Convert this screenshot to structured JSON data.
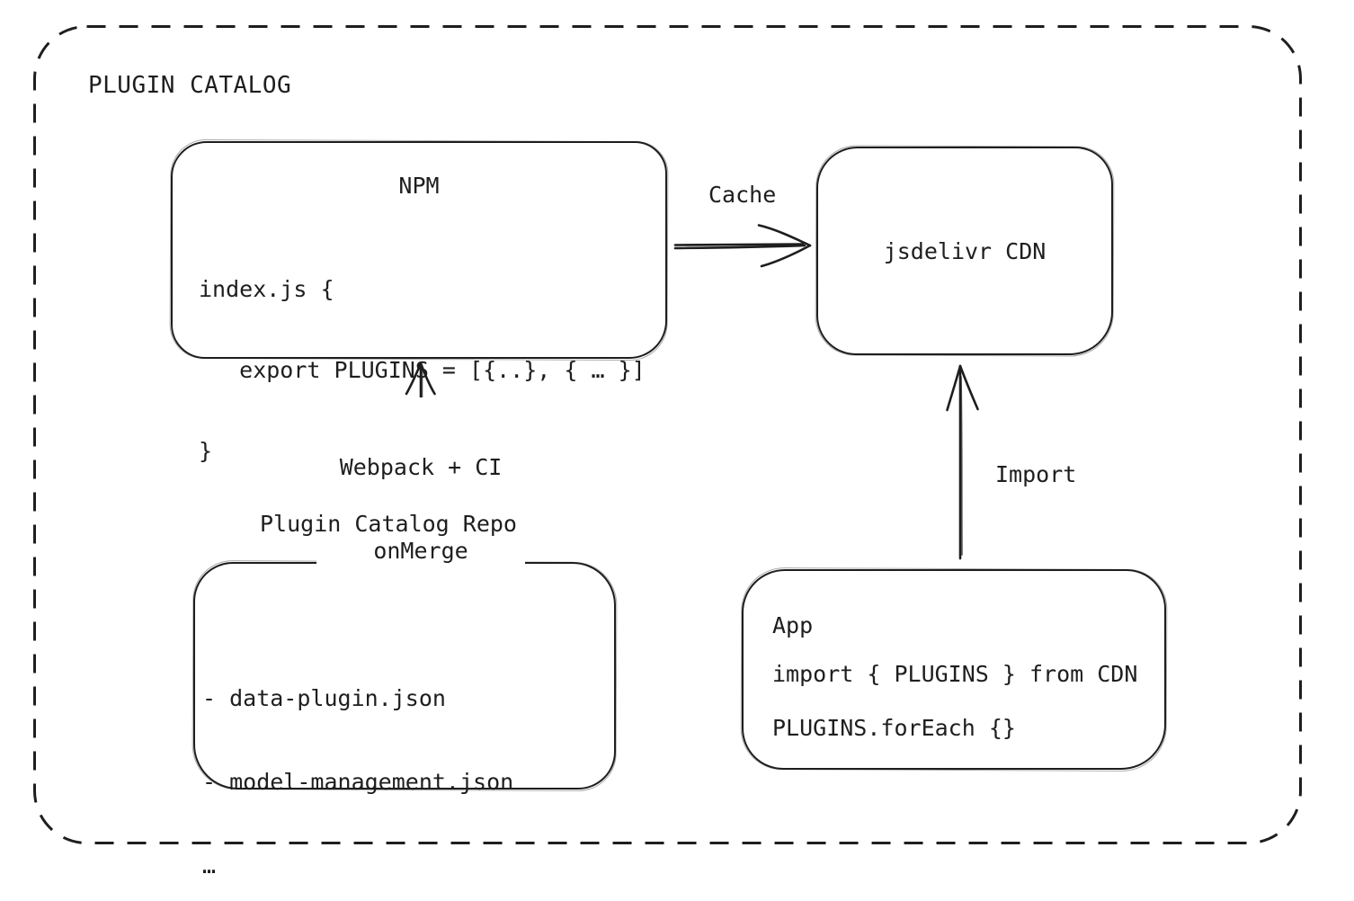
{
  "diagram": {
    "title": "PLUGIN CATALOG",
    "colors": {
      "stroke": "#1e1e1e",
      "background": "#ffffff"
    },
    "nodes": {
      "npm": {
        "title": "NPM",
        "code": [
          "index.js {",
          "   export PLUGINS = [{..}, { … }]",
          "}"
        ]
      },
      "cdn": {
        "label": "jsdelivr CDN"
      },
      "repo": {
        "label": "Plugin Catalog Repo",
        "files": [
          "- data-plugin.json",
          "- model-management.json",
          "…"
        ]
      },
      "app": {
        "title": "App",
        "code": [
          "import { PLUGINS } from CDN",
          "PLUGINS.forEach {}"
        ]
      }
    },
    "edges": {
      "cache": {
        "label": "Cache"
      },
      "build": {
        "label": [
          "Webpack + CI",
          "onMerge"
        ]
      },
      "import": {
        "label": "Import"
      }
    }
  }
}
